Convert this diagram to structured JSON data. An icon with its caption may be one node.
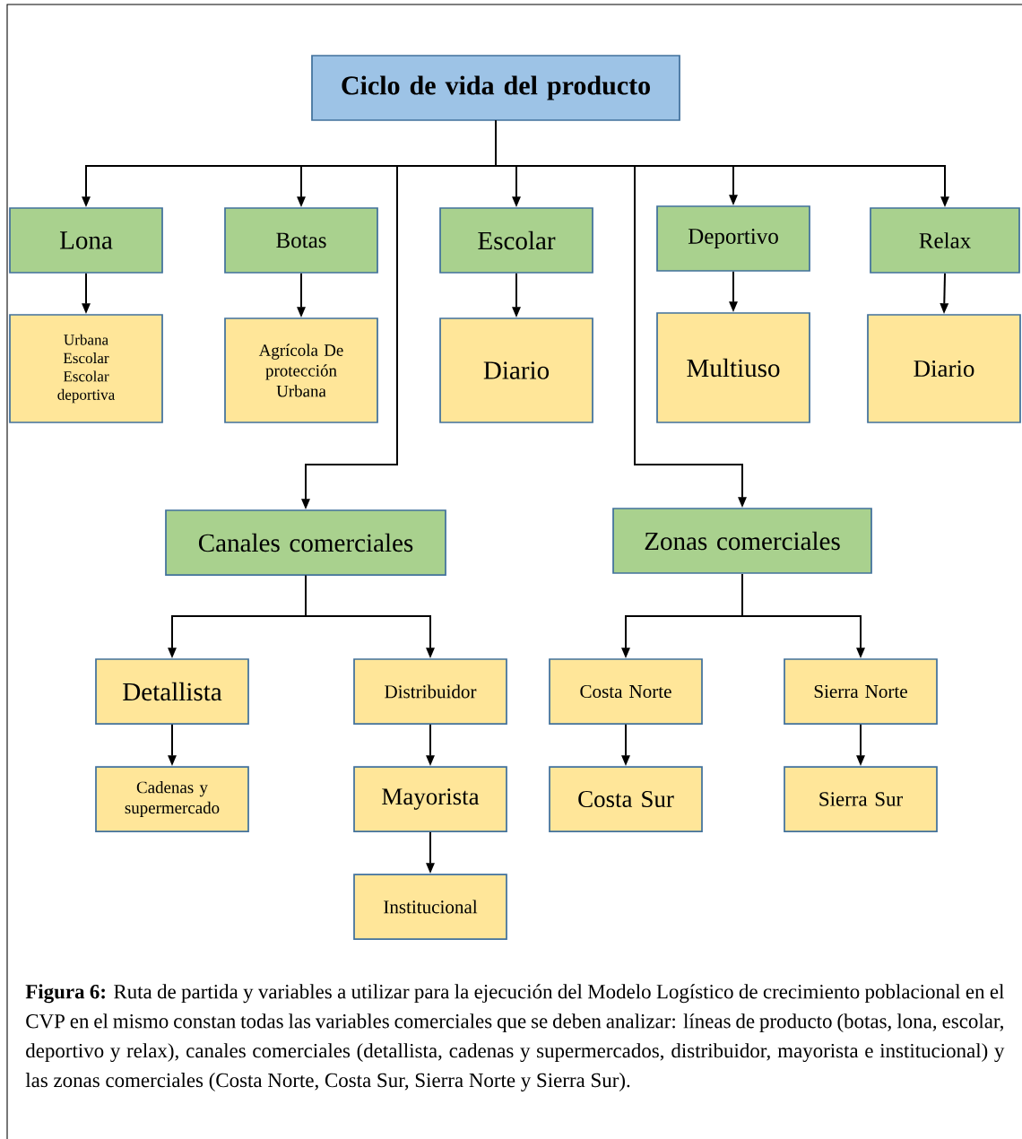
{
  "diagram": {
    "caption": "**Figura 6:** Ruta de partida y variables a utilizar para la ejecución del Modelo Logístico de crecimiento poblacional en el CVP en el mismo constan todas las variables comerciales que se deben analizar: líneas de producto (botas, lona, escolar, deportivo y relax), canales comerciales (detallista, cadenas y supermercados, distribuidor, mayorista e institucional) y las zonas comerciales (Costa Norte, Costa Sur, Sierra Norte y Sierra Sur).",
    "nodes": [
      {
        "text": [
          "Ciclo de vida del producto"
        ]
      },
      {
        "text": [
          "Lona"
        ]
      },
      {
        "text": [
          "Botas"
        ]
      },
      {
        "text": [
          "Escolar"
        ]
      },
      {
        "text": [
          "Deportivo"
        ]
      },
      {
        "text": [
          "Relax"
        ]
      },
      {
        "text": [
          "Urbana Escolar Escolar deportiva"
        ]
      },
      {
        "text": [
          "Agrícola De protección Urbana"
        ]
      },
      {
        "text": [
          "Diario"
        ]
      },
      {
        "text": [
          "Multiuso"
        ]
      },
      {
        "text": [
          "Diario"
        ]
      },
      {
        "text": [
          "Canales comerciales"
        ]
      },
      {
        "text": [
          "Zonas comerciales"
        ]
      },
      {
        "text": [
          "Detallista"
        ]
      },
      {
        "text": [
          "Distribuidor"
        ]
      },
      {
        "text": [
          "Cadenas y supermercado"
        ]
      },
      {
        "text": [
          "Mayorista"
        ]
      },
      {
        "text": [
          "Institucional"
        ]
      },
      {
        "text": [
          "Costa Norte"
        ]
      },
      {
        "text": [
          "Sierra Norte"
        ]
      },
      {
        "text": [
          "Costa Sur"
        ]
      },
      {
        "text": [
          "Sierra Sur"
        ]
      }
    ],
    "edges": [
      {
        "from": 0,
        "to": 1,
        "arrow": "to"
      },
      {
        "from": 0,
        "to": 2,
        "arrow": "to"
      },
      {
        "from": 0,
        "to": 3,
        "arrow": "to"
      },
      {
        "from": 0,
        "to": 4,
        "arrow": "to"
      },
      {
        "from": 0,
        "to": 5,
        "arrow": "to"
      },
      {
        "from": 0,
        "to": 11,
        "arrow": "to"
      },
      {
        "from": 0,
        "to": 12,
        "arrow": "to"
      },
      {
        "from": 1,
        "to": 6,
        "arrow": "to"
      },
      {
        "from": 2,
        "to": 7,
        "arrow": "to"
      },
      {
        "from": 3,
        "to": 8,
        "arrow": "to"
      },
      {
        "from": 4,
        "to": 9,
        "arrow": "to"
      },
      {
        "from": 5,
        "to": 10,
        "arrow": "to"
      },
      {
        "from": 11,
        "to": 13,
        "arrow": "to"
      },
      {
        "from": 11,
        "to": 14,
        "arrow": "to"
      },
      {
        "from": 12,
        "to": 18,
        "arrow": "to"
      },
      {
        "from": 12,
        "to": 19,
        "arrow": "to"
      },
      {
        "from": 13,
        "to": 15,
        "arrow": "to"
      },
      {
        "from": 14,
        "to": 16,
        "arrow": "to"
      },
      {
        "from": 16,
        "to": 17,
        "arrow": "to"
      },
      {
        "from": 18,
        "to": 20,
        "arrow": "to"
      },
      {
        "from": 19,
        "to": 21,
        "arrow": "to"
      }
    ]
  }
}
